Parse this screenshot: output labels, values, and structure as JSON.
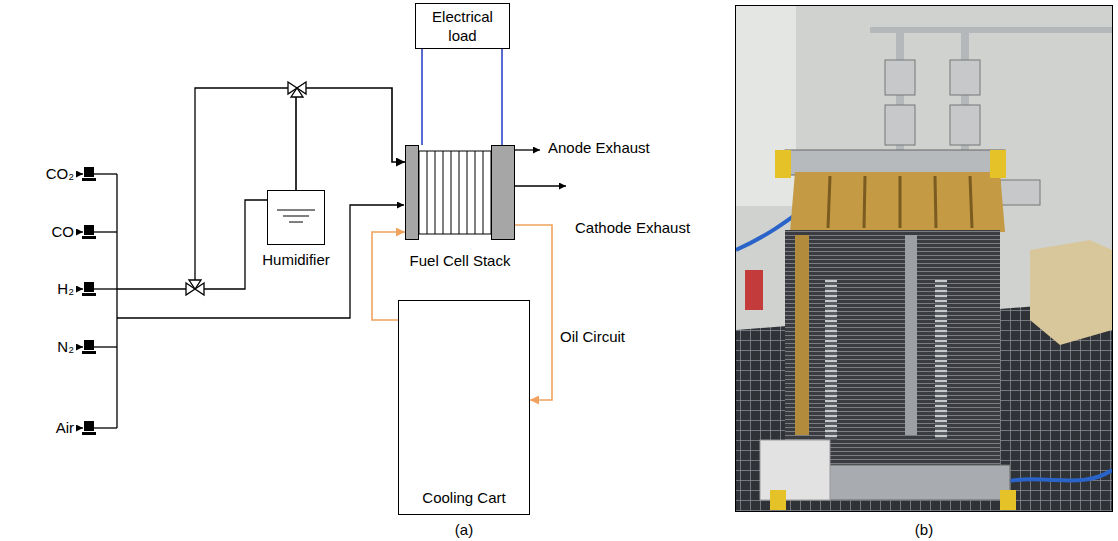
{
  "diagram": {
    "nodes": [
      {
        "text": [
          "Electrical load"
        ]
      },
      {
        "text": [
          "Humidifier"
        ]
      },
      {
        "text": [
          "Fuel Cell Stack"
        ]
      },
      {
        "text": [
          "Cooling Cart"
        ]
      }
    ],
    "edges": [
      {
        "from": 2,
        "to": 0,
        "arrow": "none"
      },
      {
        "from": 2,
        "to": 0,
        "arrow": "none"
      },
      {
        "from": 1,
        "to": 2,
        "arrow": "to"
      },
      {
        "from": 3,
        "to": 2,
        "arrow": "to"
      },
      {
        "from": 2,
        "to": 3,
        "arrow": "to",
        "label": "Oil Circuit"
      }
    ],
    "labels": [
      "CO₂",
      "CO",
      "H₂",
      "N₂",
      "Air",
      "Anode Exhaust",
      "Cathode Exhaust",
      "(a)",
      "(b)"
    ]
  }
}
